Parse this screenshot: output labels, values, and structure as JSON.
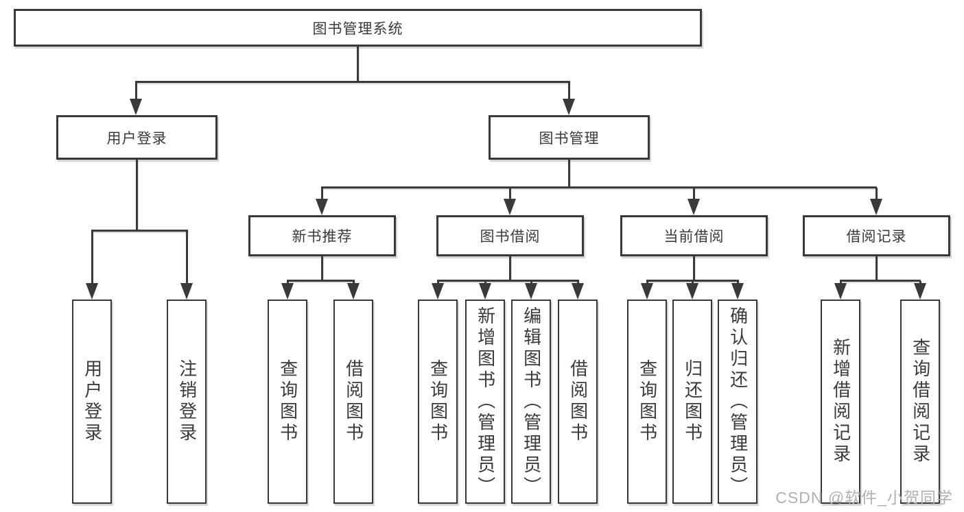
{
  "diagram": {
    "root": {
      "label": "图书管理系统"
    },
    "level2": [
      {
        "id": "user-login",
        "label": "用户登录",
        "parent": "图书管理系统"
      },
      {
        "id": "book-management",
        "label": "图书管理",
        "parent": "图书管理系统"
      }
    ],
    "level3": [
      {
        "id": "new-book-recommend",
        "label": "新书推荐",
        "parent": "图书管理"
      },
      {
        "id": "book-borrowing",
        "label": "图书借阅",
        "parent": "图书管理"
      },
      {
        "id": "current-borrowing",
        "label": "当前借阅",
        "parent": "图书管理"
      },
      {
        "id": "borrowing-records",
        "label": "借阅记录",
        "parent": "图书管理"
      }
    ],
    "leaves": [
      {
        "label": "用户登录",
        "parent": "用户登录"
      },
      {
        "label": "注销登录",
        "parent": "用户登录"
      },
      {
        "label": "查询图书",
        "parent": "新书推荐"
      },
      {
        "label": "借阅图书",
        "parent": "新书推荐"
      },
      {
        "label": "查询图书",
        "parent": "图书借阅"
      },
      {
        "label": "新增图书（管理员）",
        "parent": "图书借阅"
      },
      {
        "label": "编辑图书（管理员）",
        "parent": "图书借阅"
      },
      {
        "label": "借阅图书",
        "parent": "图书借阅"
      },
      {
        "label": "查询图书",
        "parent": "当前借阅"
      },
      {
        "label": "归还图书",
        "parent": "当前借阅"
      },
      {
        "label": "确认归还（管理员）",
        "parent": "当前借阅"
      },
      {
        "label": "新增借阅记录",
        "parent": "借阅记录"
      },
      {
        "label": "查询借阅记录",
        "parent": "借阅记录"
      }
    ]
  },
  "watermark": {
    "text": "CSDN @软件_小贺同学"
  },
  "colors": {
    "background": "#ffffff",
    "line": "#3a3a3a",
    "text": "#3a3a3a",
    "box_fill": "#ffffff",
    "watermark": "#b0b0b0"
  }
}
